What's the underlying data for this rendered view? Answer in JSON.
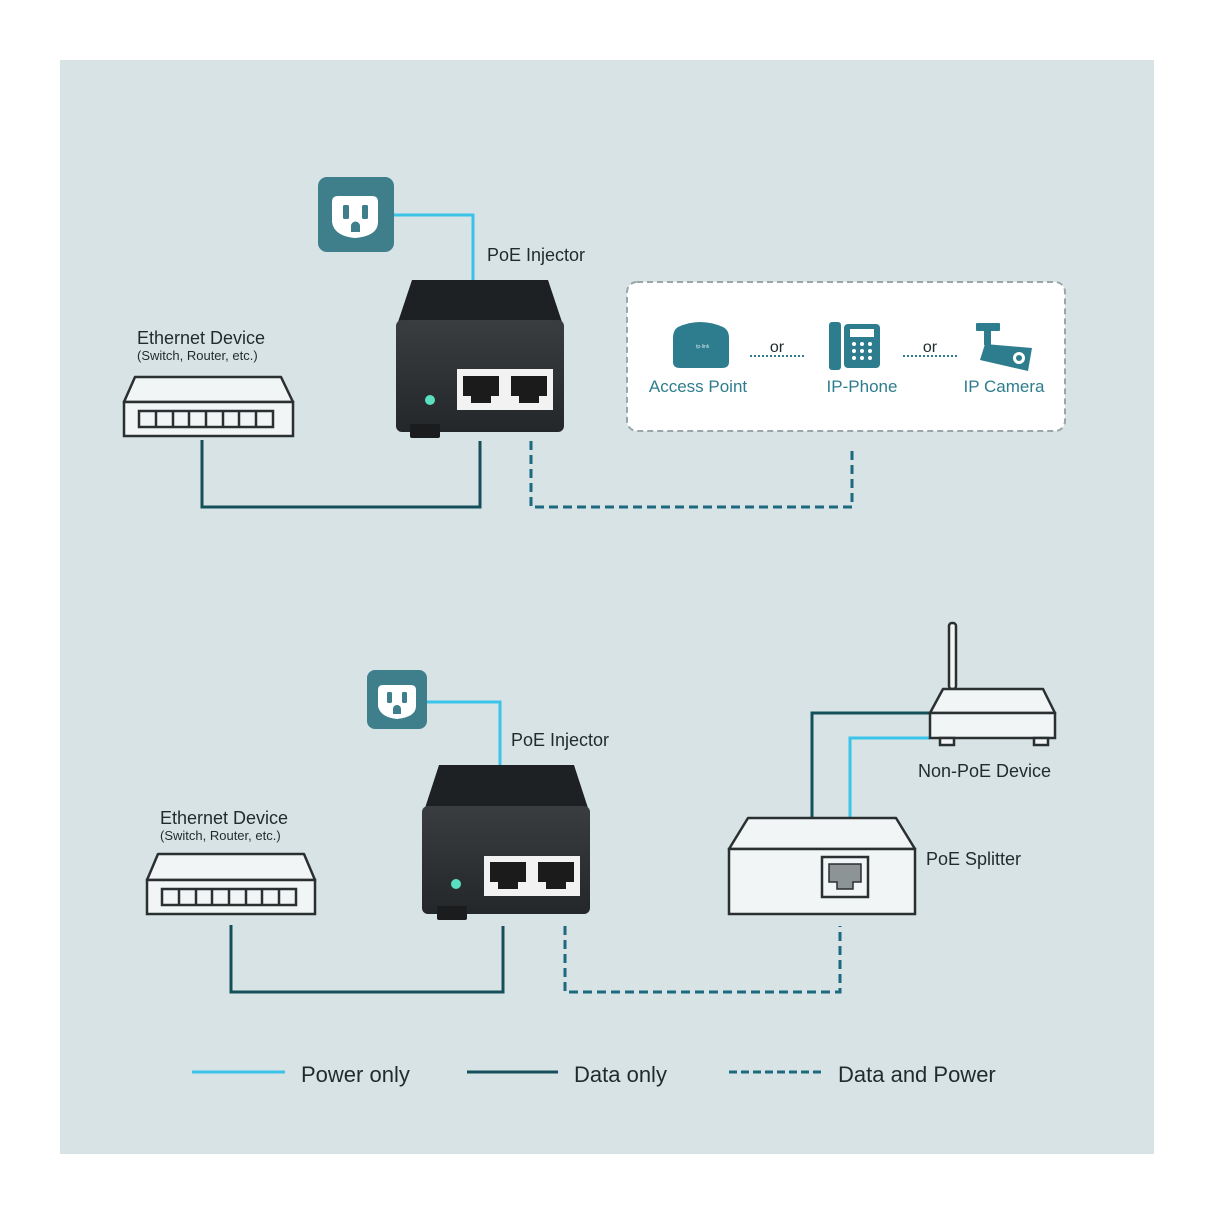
{
  "top": {
    "injector_label": "PoE Injector",
    "ethernet_title": "Ethernet Device",
    "ethernet_sub": "(Switch, Router, etc.)",
    "devices": [
      "Access Point",
      "IP-Phone",
      "IP Camera"
    ],
    "or": "or"
  },
  "bottom": {
    "injector_label": "PoE Injector",
    "ethernet_title": "Ethernet Device",
    "ethernet_sub": "(Switch, Router, etc.)",
    "non_poe_label": "Non-PoE Device",
    "splitter_label": "PoE Splitter"
  },
  "legend": {
    "power_only": "Power only",
    "data_only": "Data only",
    "data_and_power": "Data and Power"
  },
  "colors": {
    "power": "#3cc3ea",
    "data": "#14505a",
    "accent": "#3e7f8b",
    "background": "#d7e3e4"
  },
  "icons": [
    "power-outlet-icon",
    "access-point-icon",
    "ip-phone-icon",
    "ip-camera-icon"
  ]
}
